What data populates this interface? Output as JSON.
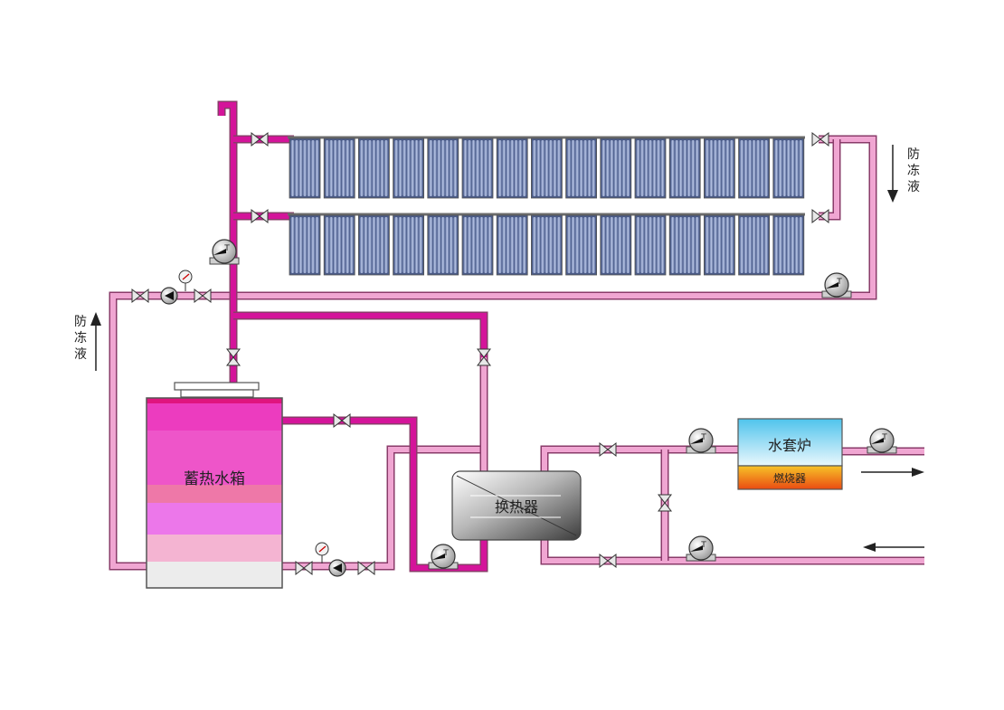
{
  "labels": {
    "tank": "蓄热水箱",
    "heat_exchanger": "换热器",
    "boiler": "水套炉",
    "burner": "燃烧器",
    "antifreeze_char1": "防",
    "antifreeze_char2": "冻",
    "antifreeze_char3": "液"
  },
  "colors": {
    "pipe_hot": "#d4149a",
    "pipe_cold": "#f0a6d2",
    "pipe_outline": "#8a3b6a",
    "panel": "#7f8fb8",
    "tank_layers": [
      "#e0157f",
      "#ec3cbf",
      "#ee55c9",
      "#ee78a8",
      "#ec77ea",
      "#f4b4d2",
      "#ececec"
    ]
  },
  "collectors": {
    "rows": 2,
    "panels_per_row": 15
  }
}
